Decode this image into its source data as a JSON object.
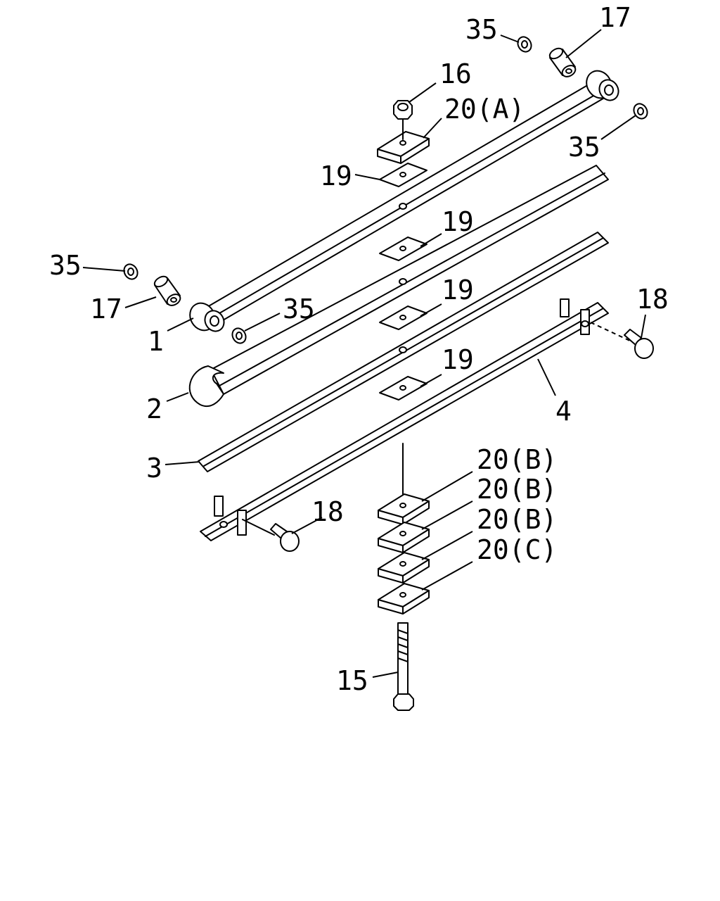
{
  "callouts": {
    "c35_top": "35",
    "c17_top": "17",
    "c16": "16",
    "c20a": "20(A)",
    "c35_right": "35",
    "c19_a": "19",
    "c19_b": "19",
    "c19_c": "19",
    "c19_d": "19",
    "c35_left": "35",
    "c17_left": "17",
    "c35_mid": "35",
    "c1": "1",
    "c18_right": "18",
    "c2": "2",
    "c4": "4",
    "c3": "3",
    "c20b_1": "20(B)",
    "c20b_2": "20(B)",
    "c20b_3": "20(B)",
    "c20c": "20(C)",
    "c18_left": "18",
    "c15": "15"
  }
}
